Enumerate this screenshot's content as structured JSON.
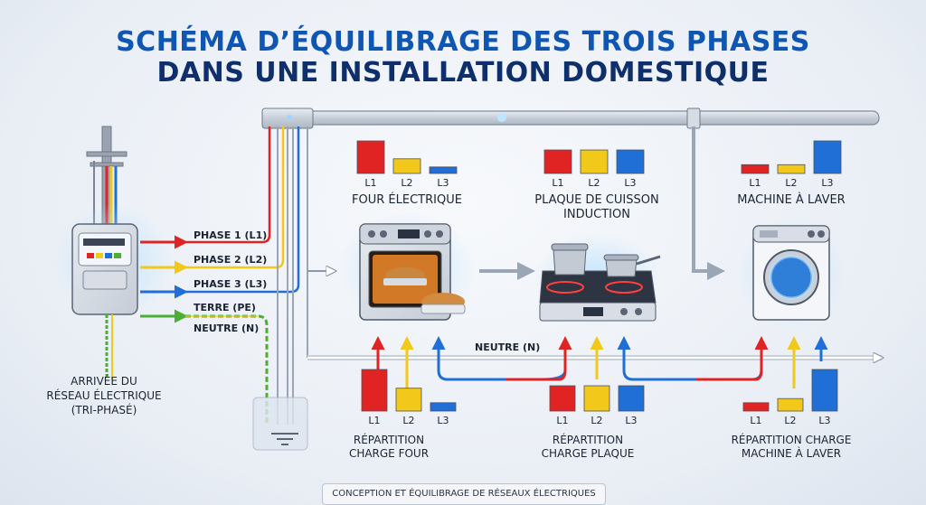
{
  "title": {
    "line1": "SCHÉMA D’ÉQUILIBRAGE DES TROIS PHASES",
    "line2": "DANS UNE INSTALLATION DOMESTIQUE"
  },
  "colors": {
    "L1": "#e02424",
    "L2": "#f2c81a",
    "L3": "#1f6fd6",
    "PE": "#4caf32",
    "neutral": "#9aa6b5"
  },
  "source": {
    "label_lines": [
      "ARRIVÉE DU",
      "RÉSEAU ÉLECTRIQUE",
      "(TRI-PHASÉ)"
    ]
  },
  "lines": [
    {
      "label": "PHASE 1 (L1)",
      "color_key": "L1"
    },
    {
      "label": "PHASE 2 (L2)",
      "color_key": "L2"
    },
    {
      "label": "PHASE 3 (L3)",
      "color_key": "L3"
    },
    {
      "label": "TERRE (PE)",
      "color_key": "PE"
    },
    {
      "label": "NEUTRE (N)",
      "color_key": "neutral"
    }
  ],
  "neutral_bus_label": "NEUTRE (N)",
  "appliances": [
    {
      "name": "FOUR ÉLECTRIQUE",
      "top_bars": {
        "labels": [
          "L1",
          "L2",
          "L3"
        ],
        "values": [
          1.0,
          0.45,
          0.2
        ]
      },
      "bottom_label_lines": [
        "RÉPARTITION",
        "CHARGE FOUR"
      ],
      "bottom_bars": {
        "labels": [
          "L1",
          "L2",
          "L3"
        ],
        "values": [
          1.0,
          0.55,
          0.2
        ]
      }
    },
    {
      "name_lines": [
        "PLAQUE DE CUISSON",
        "INDUCTION"
      ],
      "top_bars": {
        "labels": [
          "L1",
          "L2",
          "L3"
        ],
        "values": [
          1.0,
          1.0,
          1.0
        ]
      },
      "bottom_label_lines": [
        "RÉPARTITION",
        "CHARGE PLAQUE"
      ],
      "bottom_bars": {
        "labels": [
          "L1",
          "L2",
          "L3"
        ],
        "values": [
          1.0,
          1.0,
          1.0
        ]
      }
    },
    {
      "name": "MACHINE À LAVER",
      "top_bars": {
        "labels": [
          "L1",
          "L2",
          "L3"
        ],
        "values": [
          0.27,
          0.27,
          1.0
        ]
      },
      "bottom_label_lines": [
        "RÉPARTITION CHARGE",
        "MACHINE À LAVER"
      ],
      "bottom_bars": {
        "labels": [
          "L1",
          "L2",
          "L3"
        ],
        "values": [
          0.2,
          0.3,
          1.0
        ]
      }
    }
  ],
  "footer": "CONCEPTION ET ÉQUILIBRAGE DE RÉSEAUX ÉLECTRIQUES"
}
